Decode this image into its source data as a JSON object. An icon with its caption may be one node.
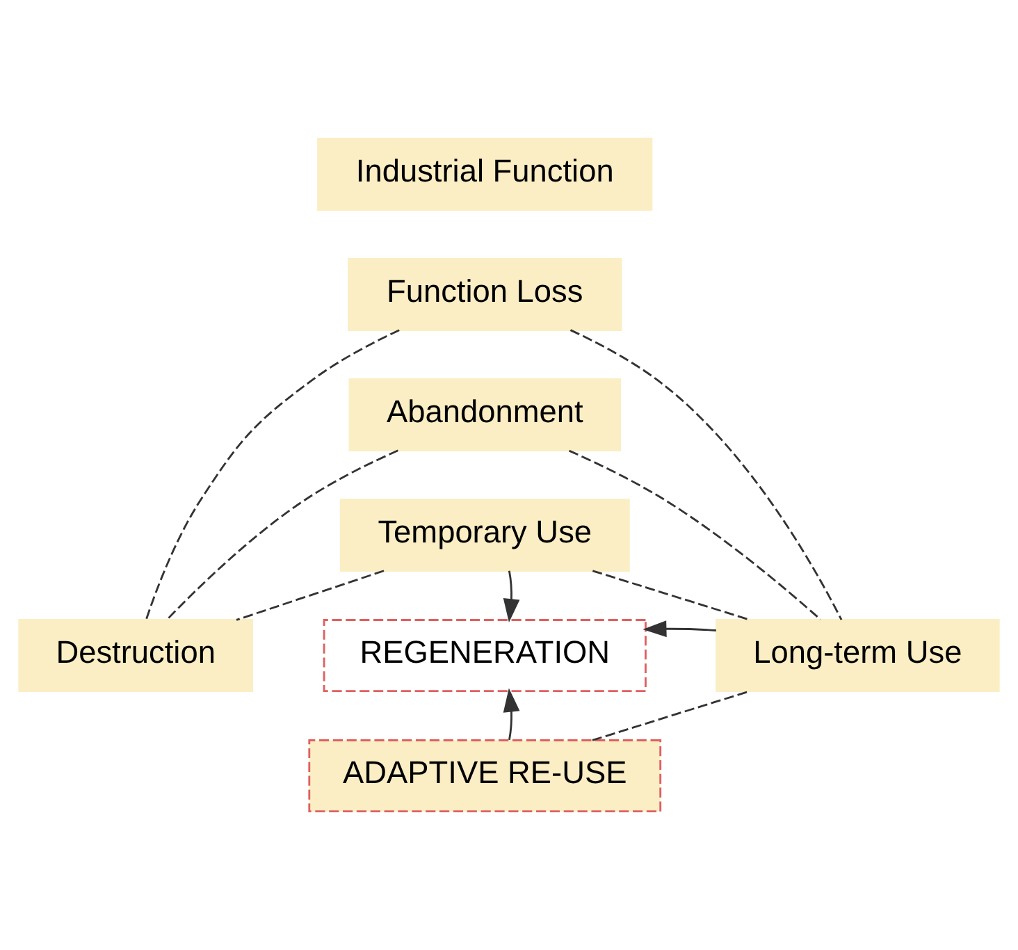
{
  "diagram": {
    "nodes": [
      {
        "text": [
          "Industrial Function"
        ]
      },
      {
        "text": [
          "Function Loss"
        ]
      },
      {
        "text": [
          "Abandonment"
        ]
      },
      {
        "text": [
          "Temporary Use"
        ]
      },
      {
        "text": [
          "Destruction"
        ]
      },
      {
        "text": [
          "REGENERATION"
        ]
      },
      {
        "text": [
          "Long-term Use"
        ]
      },
      {
        "text": [
          "ADAPTIVE RE-USE"
        ]
      }
    ],
    "edges": [
      {
        "from": 1,
        "to": 4,
        "arrow": "none",
        "style": "dashed"
      },
      {
        "from": 1,
        "to": 6,
        "arrow": "none",
        "style": "dashed"
      },
      {
        "from": 2,
        "to": 4,
        "arrow": "none",
        "style": "dashed"
      },
      {
        "from": 2,
        "to": 6,
        "arrow": "none",
        "style": "dashed"
      },
      {
        "from": 3,
        "to": 4,
        "arrow": "none",
        "style": "dashed"
      },
      {
        "from": 3,
        "to": 6,
        "arrow": "none",
        "style": "dashed"
      },
      {
        "from": 3,
        "to": 5,
        "arrow": "to"
      },
      {
        "from": 6,
        "to": 5,
        "arrow": "to"
      },
      {
        "from": 7,
        "to": 5,
        "arrow": "to"
      },
      {
        "from": 7,
        "to": 6,
        "arrow": "none",
        "style": "dashed"
      }
    ]
  }
}
